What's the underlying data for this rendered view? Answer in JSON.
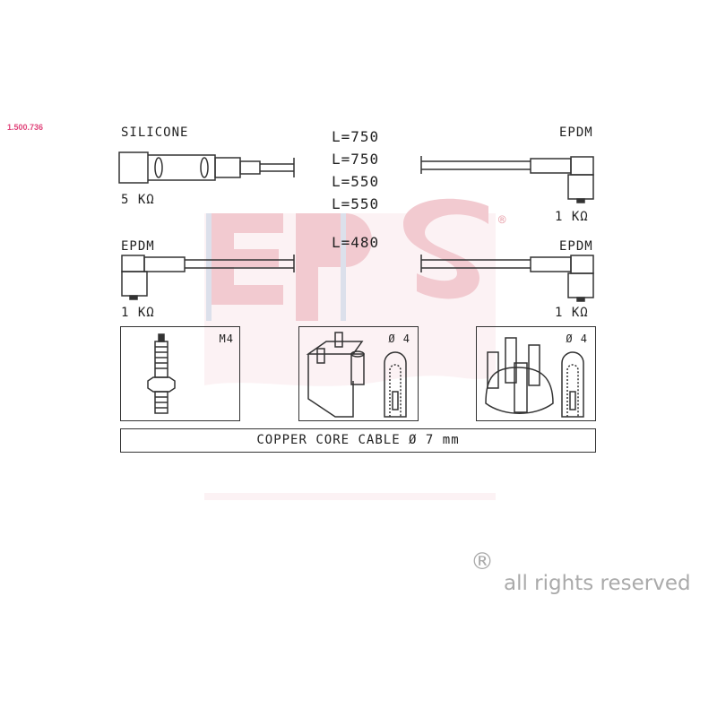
{
  "part_number": "1.500.736",
  "watermark": {
    "text": "EPS",
    "registered": "®",
    "colors": {
      "red": "#e8a0aa",
      "blue": "#c0c8dc"
    }
  },
  "cables": [
    {
      "material": "SILICONE",
      "resistance": "5 KΩ"
    },
    {
      "material": "EPDM",
      "resistance": "1 KΩ"
    },
    {
      "material": "EPDM",
      "resistance": "1 KΩ"
    },
    {
      "material": "EPDM",
      "resistance": "1 KΩ"
    }
  ],
  "lengths": [
    "L=750",
    "L=750",
    "L=550",
    "L=550",
    "L=480"
  ],
  "connectors": {
    "spark_plug": "M4",
    "coil": "Ø 4",
    "distributor": "Ø 4"
  },
  "cable_spec": "COPPER CORE CABLE  Ø  7 mm",
  "footer": {
    "registered": "®",
    "rights": "all rights reserved"
  }
}
